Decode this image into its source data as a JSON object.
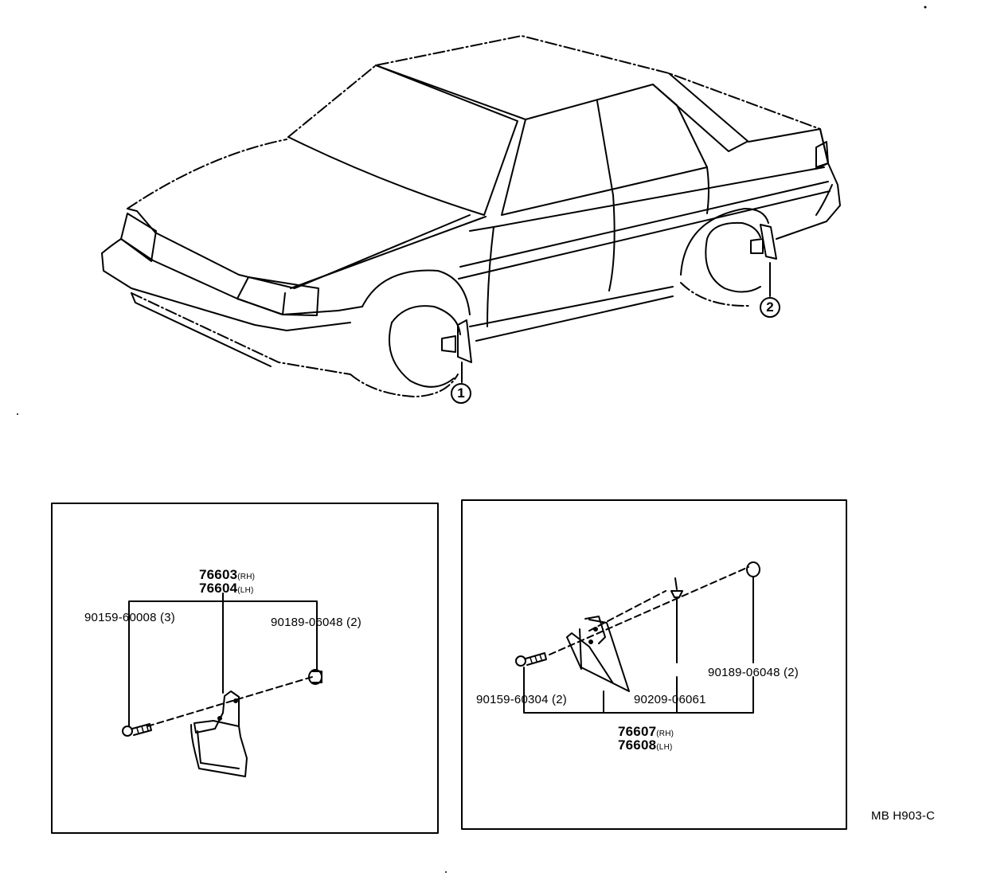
{
  "callouts": {
    "front": "1",
    "rear": "2"
  },
  "panel_front": {
    "mudguard_rh": "76603",
    "mudguard_rh_side": "(RH)",
    "mudguard_lh": "76604",
    "mudguard_lh_side": "(LH)",
    "screw_part": "90159-60008",
    "screw_qty": "(3)",
    "nut_part": "90189-06048",
    "nut_qty": "(2)"
  },
  "panel_rear": {
    "nut_part": "90189-06048",
    "nut_qty": "(2)",
    "screw_part": "90159-60304",
    "screw_qty": "(2)",
    "clip_part": "90209-06061",
    "mudguard_rh": "76607",
    "mudguard_rh_side": "(RH)",
    "mudguard_lh": "76608",
    "mudguard_lh_side": "(LH)"
  },
  "figure_code": "MB H903-C"
}
